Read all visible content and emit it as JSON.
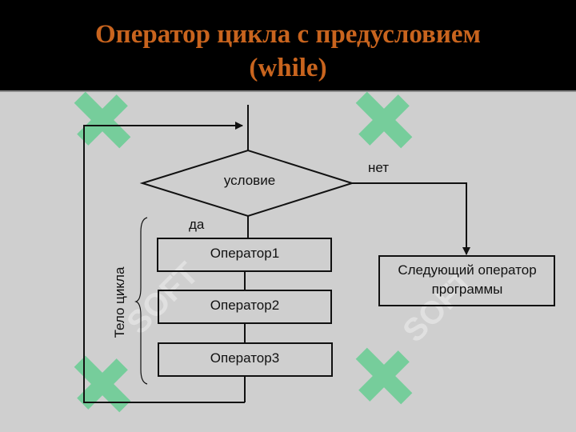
{
  "title": {
    "line1": "Оператор цикла с предусловием",
    "line2": "(while)"
  },
  "diagram": {
    "condition": "условие",
    "no_label": "нет",
    "yes_label": "да",
    "operators": [
      "Оператор1",
      "Оператор2",
      "Оператор3"
    ],
    "next_line1": "Следующий оператор",
    "next_line2": "программы",
    "loop_body": "Тело цикла"
  },
  "watermark": "SOFT",
  "colors": {
    "header_bg": "#000000",
    "title": "#c8641e",
    "background": "#cfcfcf",
    "watermark": "#2ecc71"
  }
}
